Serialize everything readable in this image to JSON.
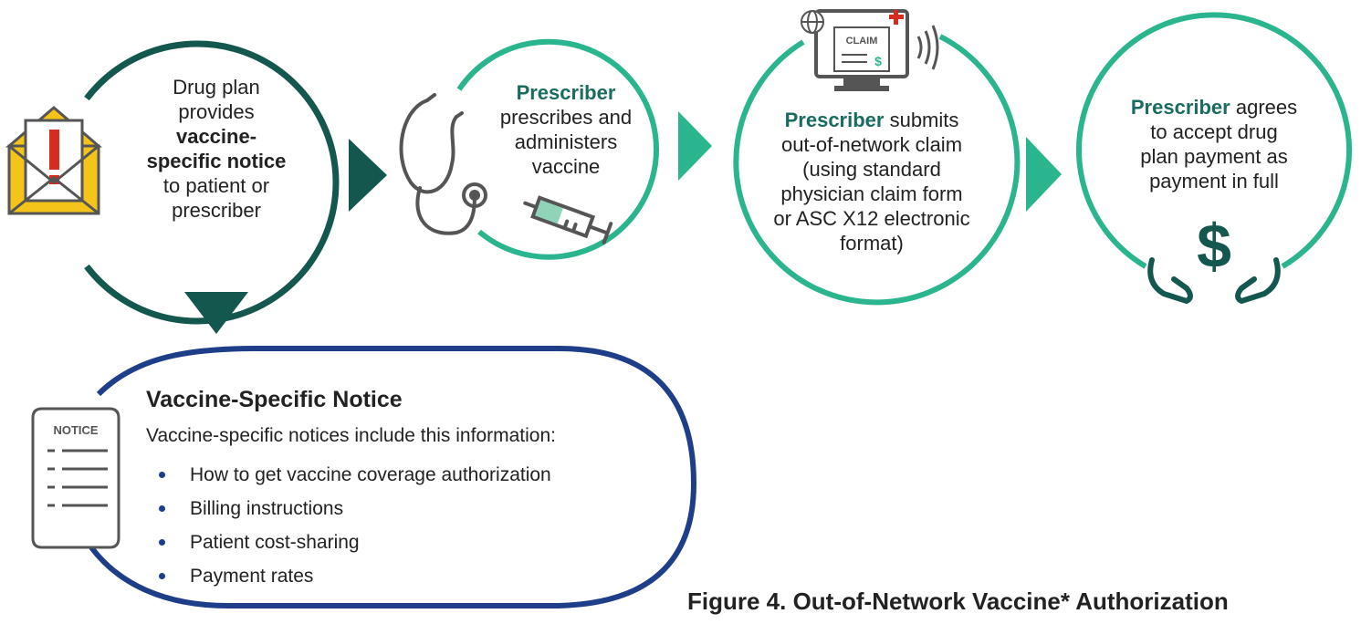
{
  "steps": [
    {
      "id": "drug-plan",
      "line1": "Drug plan",
      "line2": "provides",
      "bold1": "vaccine-",
      "bold2": "specific notice",
      "line5": "to patient or",
      "line6": "prescriber",
      "icon": "envelope-alert-icon"
    },
    {
      "id": "prescriber-administers",
      "actor": "Prescriber",
      "line2": "prescribes and",
      "line3": "administers",
      "line4": "vaccine",
      "icon": "stethoscope-syringe-icon"
    },
    {
      "id": "prescriber-submits",
      "actor": "Prescriber",
      "actor_rest": " submits",
      "line2": "out-of-network claim",
      "line3": "(using standard",
      "line4": "physician claim form",
      "line5": "or ASC X12 electronic",
      "line6": "format)",
      "icon": "claim-monitor-icon",
      "icon_label": "CLAIM"
    },
    {
      "id": "prescriber-agrees",
      "actor": "Prescriber",
      "actor_rest": " agrees",
      "line2": "to accept drug",
      "line3": "plan payment as",
      "line4": "payment in full",
      "icon": "hands-dollar-icon"
    }
  ],
  "notice": {
    "title": "Vaccine-Specific Notice",
    "intro": "Vaccine-specific notices include this information:",
    "items": [
      "How to get vaccine coverage authorization",
      "Billing instructions",
      "Patient cost-sharing",
      "Payment rates"
    ],
    "icon": "notice-document-icon",
    "icon_label": "NOTICE"
  },
  "caption": "Figure 4. Out-of-Network Vaccine* Authorization",
  "colors": {
    "dark_teal": "#14574f",
    "teal": "#2bb58f",
    "navy": "#1f3e8a",
    "gray": "#555555",
    "yellow": "#f4c41a",
    "red": "#d62b1f",
    "text": "#222222"
  }
}
